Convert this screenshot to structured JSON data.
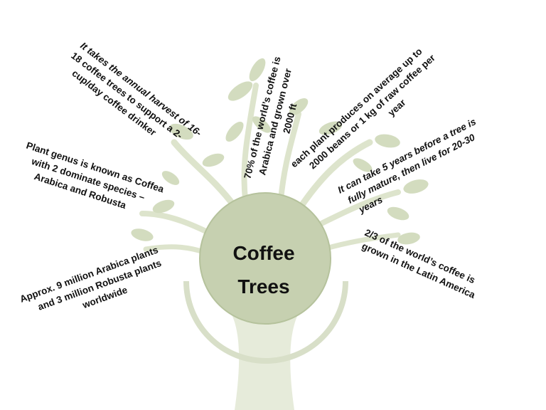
{
  "title": {
    "line1": "Coffee",
    "line2": "Trees"
  },
  "facts": {
    "harvest": {
      "lines": [
        "It takes the annual harvest of 16-",
        "18 coffee trees to support  a 2-",
        "cup/day coffee drinker"
      ]
    },
    "arabica_share": {
      "lines": [
        "70% of the world’s  coffee is",
        "Arabica and grown over",
        "2000 ft"
      ]
    },
    "beans": {
      "lines": [
        "each plant produces on average up to",
        "2000 beans or 1 kg of raw coffee per",
        "year"
      ]
    },
    "maturity": {
      "lines": [
        "It can take 5 years before a tree is",
        "fully mature, then live for 20-30",
        "years"
      ]
    },
    "genus": {
      "lines": [
        "Plant genus is known as Coffea",
        "with 2 dominate species –",
        "Arabica and Robusta"
      ]
    },
    "latin_america": {
      "lines": [
        "2/3 of the world’s coffee is",
        "grown in the Latin America"
      ]
    },
    "plant_counts": {
      "lines": [
        "Approx. 9 million Arabica plants",
        "and 3 million Robusta plants",
        "worldwide"
      ]
    }
  },
  "colors": {
    "trunk": "#e4e9d8",
    "crown": "#c4cfad",
    "crown_edge": "#aab891",
    "leaf": "#d2dbbd",
    "branch": "#dde4cc",
    "text": "#111111"
  }
}
